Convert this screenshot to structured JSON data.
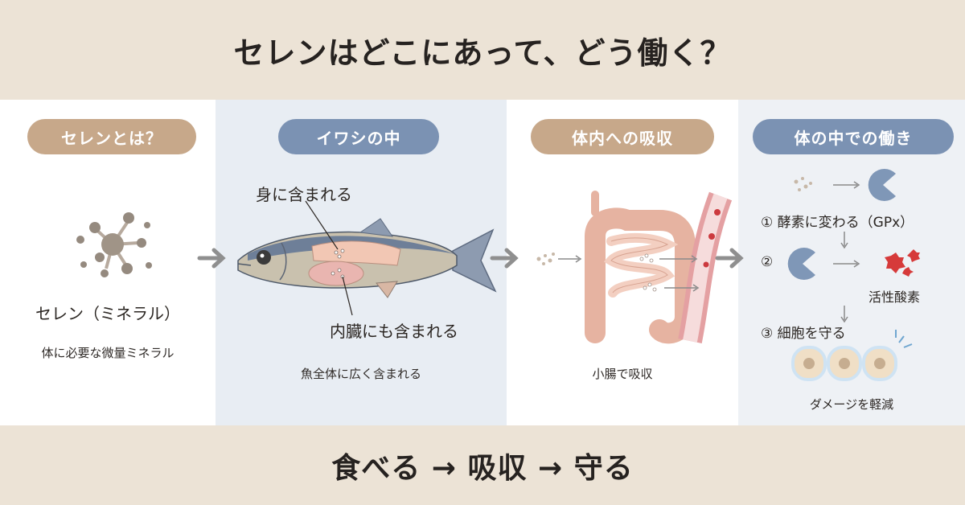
{
  "title": "セレンはどこにあって、どう働く？",
  "panels": {
    "about": {
      "pill": "セレンとは？",
      "name": "セレン（ミネラル）",
      "caption": "体に必要な微量ミネラル"
    },
    "sardine": {
      "pill": "イワシの中",
      "label_body": "身に含まれる",
      "label_organs": "内臓にも含まれる",
      "caption": "魚全体に広く含まれる"
    },
    "absorption": {
      "pill": "体内への吸収",
      "caption": "小腸で吸収"
    },
    "function": {
      "pill": "体の中での働き",
      "step1": "① 酵素に変わる（GPx）",
      "step2_num": "②",
      "ros_label": "活性酸素",
      "step3": "③ 細胞を守る",
      "damage_label": "ダメージを軽減"
    }
  },
  "footer": "食べる → 吸収 → 守る",
  "colors": {
    "tan_pill": "#c7a88a",
    "blue_pill": "#7b92b3",
    "enzyme": "#7f97b7",
    "ros": "#d63a3a",
    "intestine": "#f1cdbd",
    "vessel": "#d9868a"
  },
  "icons": [
    "arrow-right-icon",
    "molecule-icon",
    "sardine-illustration",
    "intestine-illustration",
    "blood-vessel-illustration",
    "enzyme-pacman-icon",
    "reactive-oxygen-icon",
    "cell-icon"
  ]
}
